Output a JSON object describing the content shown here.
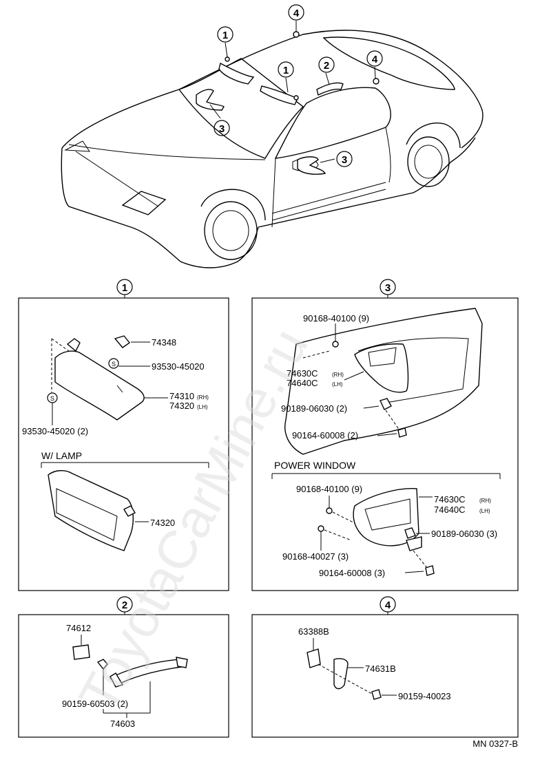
{
  "watermark": "ToyotaCarMine.ru",
  "ref_code": "MN 0327-B",
  "car_callouts": [
    "4",
    "1",
    "1",
    "2",
    "4",
    "3",
    "3"
  ],
  "section1": {
    "number": "1",
    "parts": [
      {
        "code": "74348",
        "suffix": ""
      },
      {
        "code": "93530-45020",
        "suffix": ""
      },
      {
        "code": "74310",
        "suffix": "(RH)"
      },
      {
        "code": "74320",
        "suffix": "(LH)"
      },
      {
        "code": "93530-45020 (2)",
        "suffix": ""
      }
    ],
    "s_mark": "S",
    "lamp_label": "W/ LAMP",
    "lamp_part": "74320"
  },
  "section2": {
    "number": "2",
    "parts": [
      "74612",
      "90159-60503 (2)",
      "74603"
    ]
  },
  "section3": {
    "number": "3",
    "parts": [
      {
        "code": "90168-40100 (9)",
        "suffix": ""
      },
      {
        "code": "74630C",
        "suffix": "(RH)"
      },
      {
        "code": "74640C",
        "suffix": "(LH)"
      },
      {
        "code": "90189-06030 (2)",
        "suffix": ""
      },
      {
        "code": "90164-60008 (2)",
        "suffix": ""
      }
    ],
    "power_window_label": "POWER WINDOW",
    "pw_parts": [
      {
        "code": "90168-40100 (9)",
        "suffix": ""
      },
      {
        "code": "74630C",
        "suffix": "(RH)"
      },
      {
        "code": "74640C",
        "suffix": "(LH)"
      },
      {
        "code": "90189-06030 (3)",
        "suffix": ""
      },
      {
        "code": "90168-40027 (3)",
        "suffix": ""
      },
      {
        "code": "90164-60008 (3)",
        "suffix": ""
      }
    ]
  },
  "section4": {
    "number": "4",
    "parts": [
      "63388B",
      "74631B",
      "90159-40023"
    ]
  }
}
